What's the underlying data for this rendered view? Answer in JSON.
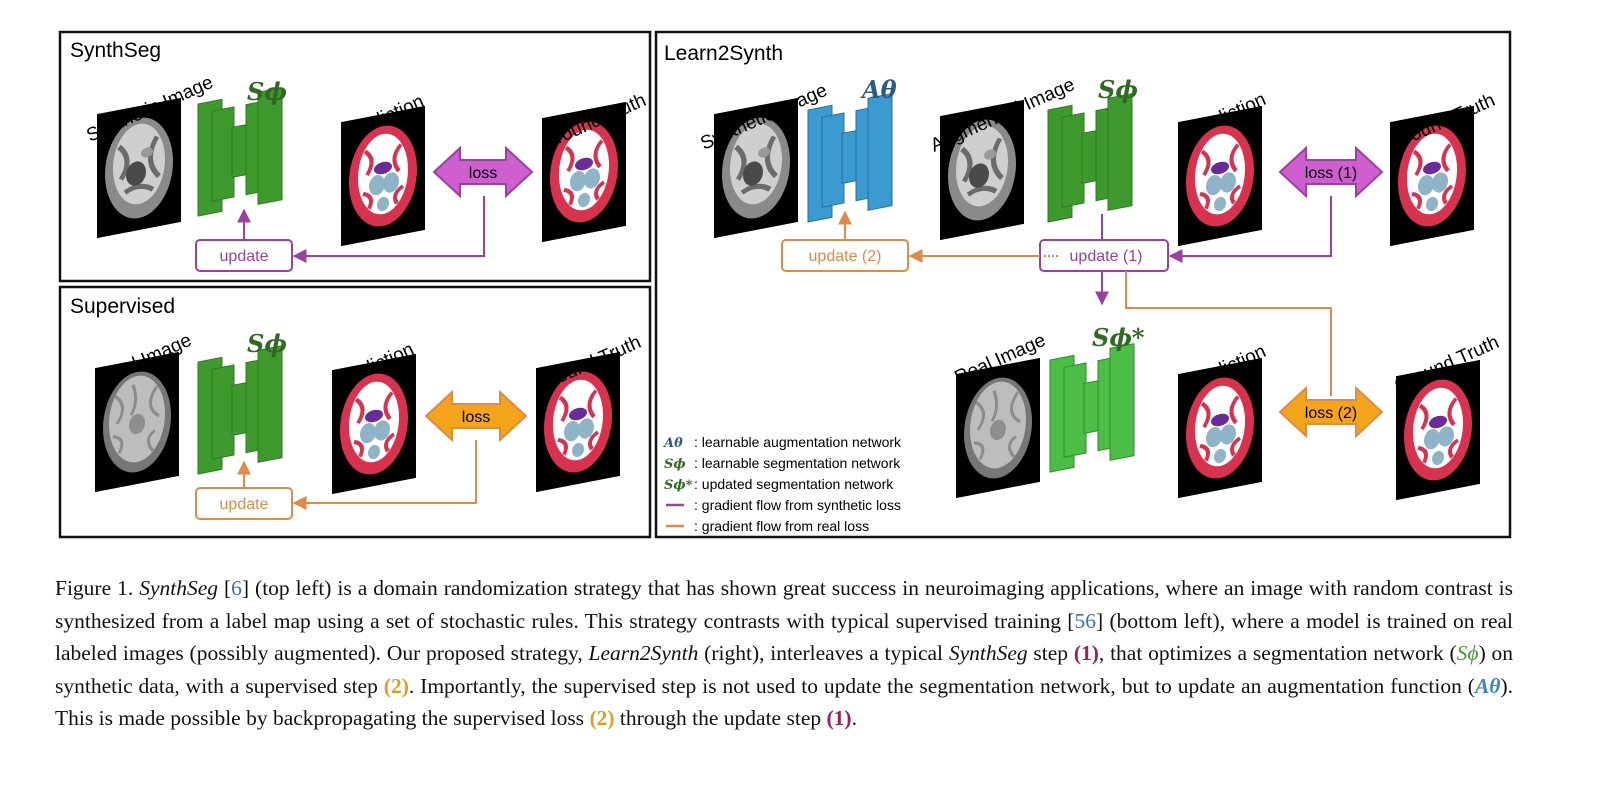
{
  "panels": {
    "synthseg": {
      "title": "SynthSeg",
      "input_label": "Synthetic Image",
      "net_label": "Sϕ",
      "prediction_label": "Prediction",
      "ground_truth_label": "Ground Truth",
      "loss_label": "loss",
      "update_label": "update"
    },
    "supervised": {
      "title": "Supervised",
      "input_label": "Real Image",
      "net_label": "Sϕ",
      "prediction_label": "Prediction",
      "ground_truth_label": "Ground Truth",
      "loss_label": "loss",
      "update_label": "update"
    },
    "learn2synth": {
      "title": "Learn2Synth",
      "synthetic_label": "Synthetic Image",
      "aug_net_label": "Aθ",
      "augmented_label": "Augmented Image",
      "seg_net_label": "Sϕ",
      "prediction_top_label": "Prediction",
      "ground_truth_top_label": "Ground Truth",
      "loss1_label": "loss (1)",
      "update2_label": "update (2)",
      "update1_label": "update (1)",
      "real_label": "Real Image",
      "updated_net_label": "Sϕ*",
      "prediction_bottom_label": "Prediction",
      "ground_truth_bottom_label": "Ground Truth",
      "loss2_label": "loss (2)"
    }
  },
  "legend": [
    {
      "symbol": "Aθ",
      "text": ": learnable augmentation network"
    },
    {
      "symbol": "Sϕ",
      "text": ": learnable segmentation network"
    },
    {
      "symbol": "Sϕ*",
      "text": ": updated segmentation network"
    },
    {
      "symbol": "",
      "text": ": gradient flow from synthetic loss"
    },
    {
      "symbol": "",
      "text": ": gradient flow from real loss"
    }
  ],
  "caption": {
    "label": "Figure 1.",
    "p1": "SynthSeg",
    "p2": " [",
    "r1": "6",
    "p3": "] (top left) is a domain randomization strategy that has shown great success in neuroimaging applications, where an image with random contrast is synthesized from a label map using a set of stochastic rules. This strategy contrasts with typical supervised training [",
    "r2": "56",
    "p4": "] (bottom left), where a model is trained on real labeled images (possibly augmented). Our proposed strategy, ",
    "p5": "Learn2Synth",
    "p6": " (right), interleaves a typical ",
    "p7": "SynthSeg",
    "p8": " step ",
    "s1": "(1)",
    "p9": ", that optimizes a segmentation network (",
    "m1": "Sϕ",
    "p10": ") on synthetic data, with a supervised step ",
    "s2": "(2)",
    "p11": ". Importantly, the supervised step is not used to update the segmentation network, but to update an augmentation function (",
    "m2": "Aθ",
    "p12": "). This is made possible by backpropagating the supervised loss ",
    "s3": "(2)",
    "p13": " through the update step ",
    "s4": "(1)",
    "p14": "."
  },
  "colors": {
    "panel_border": "#111111",
    "seg_net_green": "#3f9a2e",
    "updated_net_green": "#4cbd47",
    "aug_net_blue": "#3b9ad0",
    "synthetic_flow_purple": "#9b3fa3",
    "real_flow_orange": "#e08a48",
    "synthetic_loss_magenta": "#cf5fcf",
    "real_loss_amber": "#f3a41b"
  }
}
